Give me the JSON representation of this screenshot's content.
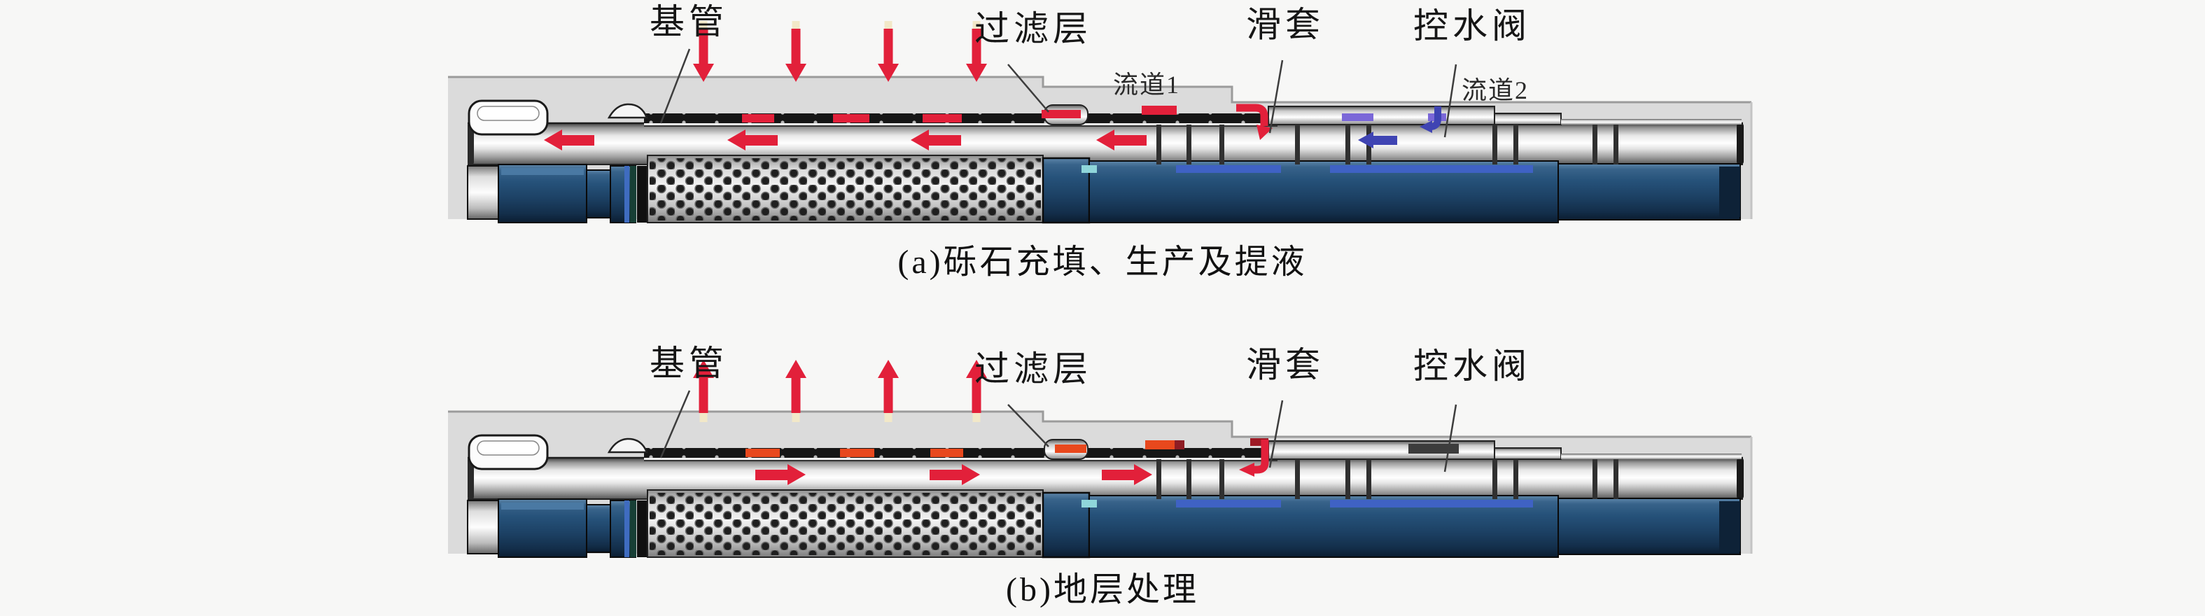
{
  "figure_a": {
    "caption": "(a)砾石充填、生产及提液",
    "labels": {
      "base_pipe": "基管",
      "filter_layer": "过滤层",
      "sliding_sleeve": "滑套",
      "water_control_valve": "控水阀",
      "channel_1": "流道1",
      "channel_2": "流道2"
    }
  },
  "figure_b": {
    "caption": "(b)地层处理",
    "labels": {
      "base_pipe": "基管",
      "filter_layer": "过滤层",
      "sliding_sleeve": "滑套",
      "water_control_valve": "控水阀"
    }
  },
  "colors": {
    "page_background": "#f7f7f6",
    "formation_band": "#dbdbdb",
    "red_flow_arrow": "#e2203a",
    "orange_annulus_dash": "#e8481d",
    "blue_water_arrow": "#3f44b3",
    "purple_annulus_dash": "#7b68d8",
    "navy_pipe_body": "#1d4265",
    "cream_arrow_tip": "#f2e8c8",
    "screen_black_strip": "#161616"
  }
}
